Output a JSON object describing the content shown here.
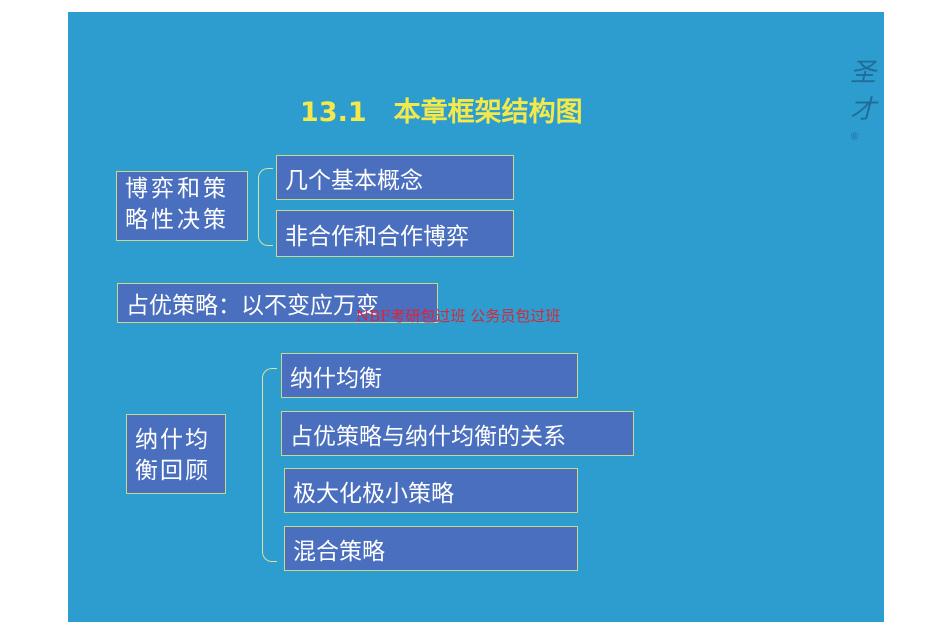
{
  "title": "13.1　本章框架结构图",
  "logo": "圣才",
  "logo_mark": "®",
  "group1": {
    "label": [
      "博弈和策",
      "略性决策"
    ],
    "items": [
      "几个基本概念",
      "非合作和合作博弈"
    ]
  },
  "dominant": "占优策略：以不变应万变",
  "group3": {
    "label": [
      "纳什均",
      "衡回顾"
    ],
    "items": [
      "纳什均衡",
      "占优策略与纳什均衡的关系",
      "极大化极小策略",
      "混合策略"
    ]
  },
  "watermark": "NBF考研包过班 公务员包过班",
  "colors": {
    "background": "#2d9ccf",
    "box": "#4b6fbf",
    "title": "#f3e94a",
    "watermark": "#d8263a"
  }
}
